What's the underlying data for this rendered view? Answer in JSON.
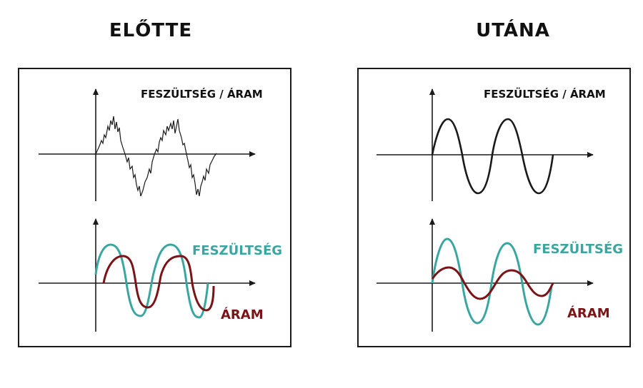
{
  "panels": [
    {
      "title": "ELŐTTE",
      "top_label": "FESZÜLTSÉG / ÁRAM",
      "voltage_label": "FESZÜLTSÉG",
      "current_label": "ÁRAM"
    },
    {
      "title": "UTÁNA",
      "top_label": "FESZÜLTSÉG / ÁRAM",
      "voltage_label": "FESZÜLTSÉG",
      "current_label": "ÁRAM"
    }
  ],
  "colors": {
    "voltage": "#3aa6a0",
    "current": "#7a1416",
    "axis": "#1a1a1a"
  }
}
